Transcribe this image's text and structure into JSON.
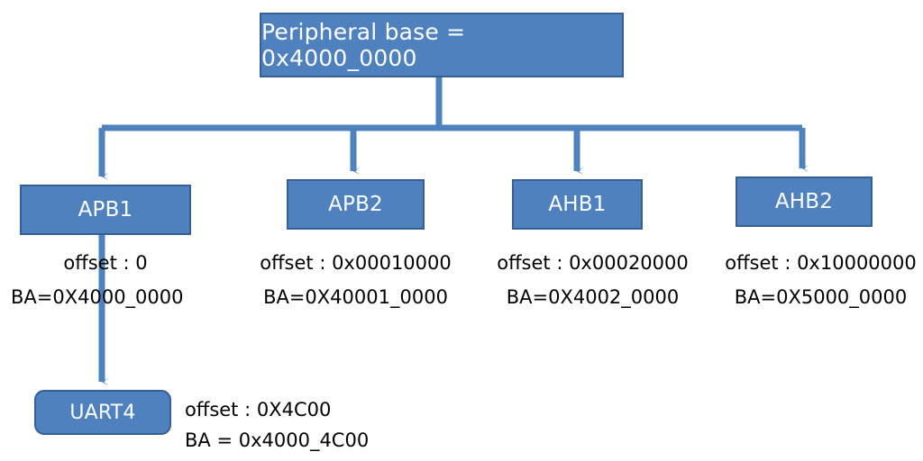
{
  "diagram": {
    "title": "Peripheral memory map tree",
    "colors": {
      "box_fill": "#4E81BD",
      "box_border": "#375E95",
      "connector": "#4E81BD",
      "box_text": "#FFFFFF",
      "annotation_text": "#000000",
      "background": "#FFFFFF"
    },
    "root": {
      "label": "Peripheral base = 0x4000_0000"
    },
    "buses": [
      {
        "id": "apb1",
        "label": "APB1",
        "offset_line": "offset : 0",
        "base_line": "BA=0X4000_0000"
      },
      {
        "id": "apb2",
        "label": "APB2",
        "offset_line": "offset : 0x00010000",
        "base_line": "BA=0X40001_0000"
      },
      {
        "id": "ahb1",
        "label": "AHB1",
        "offset_line": "offset : 0x00020000",
        "base_line": "BA=0X4002_0000"
      },
      {
        "id": "ahb2",
        "label": "AHB2",
        "offset_line": "offset : 0x10000000",
        "base_line": "BA=0X5000_0000"
      }
    ],
    "leaf": {
      "id": "uart4",
      "label": "UART4",
      "offset_line": "offset : 0X4C00",
      "base_line": "BA = 0x4000_4C00"
    }
  }
}
